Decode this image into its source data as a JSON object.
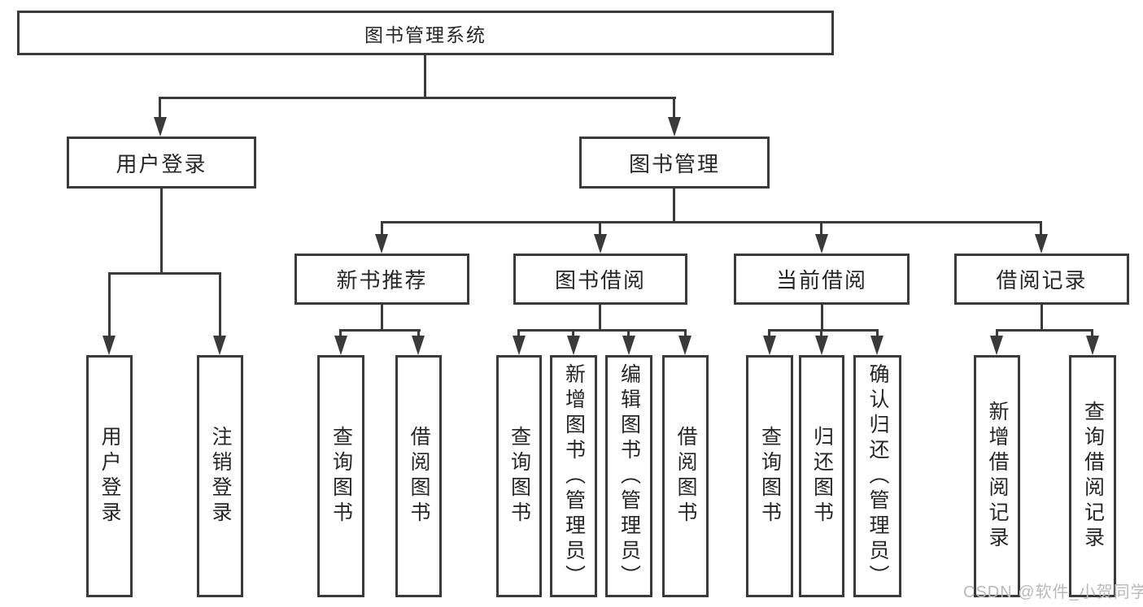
{
  "colors": {
    "background": "#ffffff",
    "border": "#3a3a3a",
    "line": "#3a3a3a",
    "text": "#262626",
    "watermark": "#b9b9b9"
  },
  "nodes": {
    "root": {
      "label": "图书管理系统"
    },
    "user_login": {
      "label": "用户登录"
    },
    "book_mgmt": {
      "label": "图书管理"
    },
    "new_book_rec": {
      "label": "新书推荐"
    },
    "book_borrow": {
      "label": "图书借阅"
    },
    "current_borrow": {
      "label": "当前借阅"
    },
    "borrow_record": {
      "label": "借阅记录"
    },
    "leaf_user_login": {
      "label": "用户登录"
    },
    "leaf_logout": {
      "label": "注销登录"
    },
    "leaf_query_book_a": {
      "label": "查询图书"
    },
    "leaf_borrow_book_a": {
      "label": "借阅图书"
    },
    "leaf_query_book_b": {
      "label": "查询图书"
    },
    "leaf_add_book": {
      "label": "新增图书（管理员）"
    },
    "leaf_edit_book": {
      "label": "编辑图书（管理员）"
    },
    "leaf_borrow_book_b": {
      "label": "借阅图书"
    },
    "leaf_query_book_c": {
      "label": "查询图书"
    },
    "leaf_return_book": {
      "label": "归还图书"
    },
    "leaf_confirm_return": {
      "label": "确认归还（管理员）"
    },
    "leaf_add_record": {
      "label": "新增借阅记录"
    },
    "leaf_query_record": {
      "label": "查询借阅记录"
    }
  },
  "watermark": {
    "text": "CSDN @软件_小贺同学"
  }
}
